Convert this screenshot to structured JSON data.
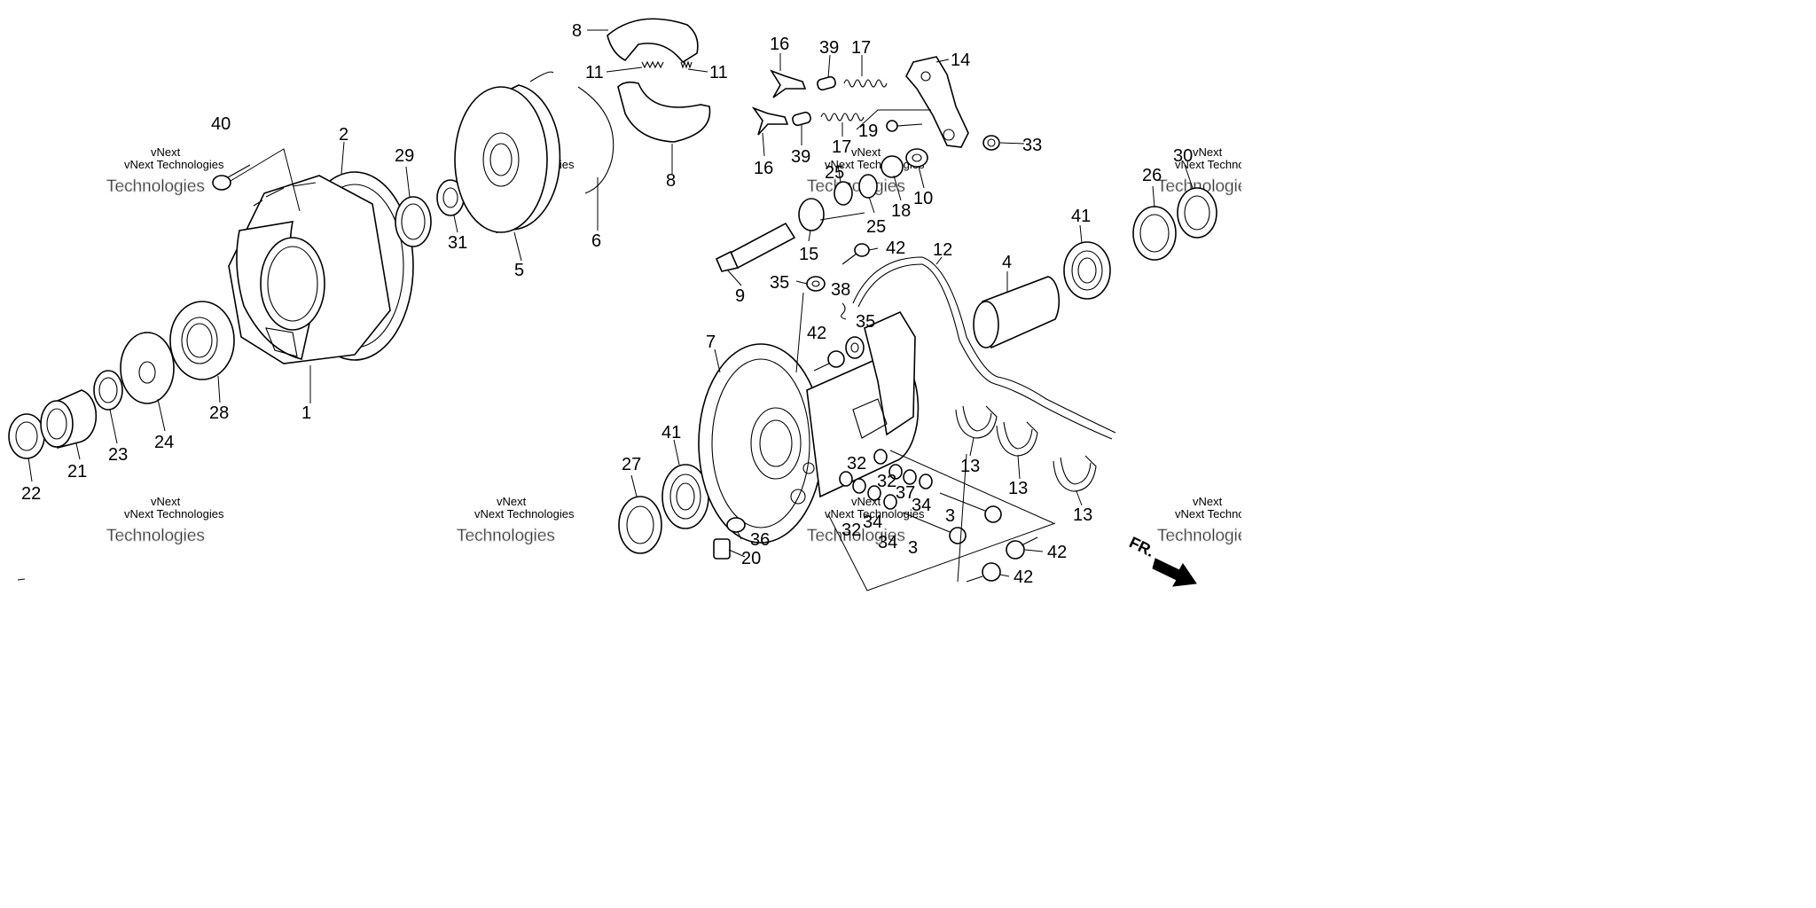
{
  "callouts": [
    {
      "id": "p1",
      "text": "1"
    },
    {
      "id": "p2",
      "text": "2"
    },
    {
      "id": "p3a",
      "text": "3"
    },
    {
      "id": "p3b",
      "text": "3"
    },
    {
      "id": "p4",
      "text": "4"
    },
    {
      "id": "p5",
      "text": "5"
    },
    {
      "id": "p6",
      "text": "6"
    },
    {
      "id": "p7",
      "text": "7"
    },
    {
      "id": "p8a",
      "text": "8"
    },
    {
      "id": "p8b",
      "text": "8"
    },
    {
      "id": "p9",
      "text": "9"
    },
    {
      "id": "p10",
      "text": "10"
    },
    {
      "id": "p11a",
      "text": "11"
    },
    {
      "id": "p11b",
      "text": "11"
    },
    {
      "id": "p12",
      "text": "12"
    },
    {
      "id": "p13a",
      "text": "13"
    },
    {
      "id": "p13b",
      "text": "13"
    },
    {
      "id": "p13c",
      "text": "13"
    },
    {
      "id": "p14",
      "text": "14"
    },
    {
      "id": "p15",
      "text": "15"
    },
    {
      "id": "p16a",
      "text": "16"
    },
    {
      "id": "p16b",
      "text": "16"
    },
    {
      "id": "p17a",
      "text": "17"
    },
    {
      "id": "p17b",
      "text": "17"
    },
    {
      "id": "p18",
      "text": "18"
    },
    {
      "id": "p19",
      "text": "19"
    },
    {
      "id": "p20",
      "text": "20"
    },
    {
      "id": "p21",
      "text": "21"
    },
    {
      "id": "p22",
      "text": "22"
    },
    {
      "id": "p23",
      "text": "23"
    },
    {
      "id": "p24",
      "text": "24"
    },
    {
      "id": "p25a",
      "text": "25"
    },
    {
      "id": "p25b",
      "text": "25"
    },
    {
      "id": "p26",
      "text": "26"
    },
    {
      "id": "p27",
      "text": "27"
    },
    {
      "id": "p28",
      "text": "28"
    },
    {
      "id": "p29",
      "text": "29"
    },
    {
      "id": "p30",
      "text": "30"
    },
    {
      "id": "p31",
      "text": "31"
    },
    {
      "id": "p32a",
      "text": "32"
    },
    {
      "id": "p32b",
      "text": "32"
    },
    {
      "id": "p32c",
      "text": "32"
    },
    {
      "id": "p33",
      "text": "33"
    },
    {
      "id": "p34a",
      "text": "34"
    },
    {
      "id": "p34b",
      "text": "34"
    },
    {
      "id": "p34c",
      "text": "34"
    },
    {
      "id": "p35a",
      "text": "35"
    },
    {
      "id": "p35b",
      "text": "35"
    },
    {
      "id": "p36",
      "text": "36"
    },
    {
      "id": "p37",
      "text": "37"
    },
    {
      "id": "p38",
      "text": "38"
    },
    {
      "id": "p39a",
      "text": "39"
    },
    {
      "id": "p39b",
      "text": "39"
    },
    {
      "id": "p40",
      "text": "40"
    },
    {
      "id": "p41a",
      "text": "41"
    },
    {
      "id": "p41b",
      "text": "41"
    },
    {
      "id": "p42a",
      "text": "42"
    },
    {
      "id": "p42b",
      "text": "42"
    },
    {
      "id": "p42c",
      "text": "42"
    },
    {
      "id": "p42d",
      "text": "42"
    }
  ],
  "direction_marker": {
    "label": "FR."
  },
  "watermark": {
    "line1": "vNext",
    "line2": "vNext Technologies",
    "line3": "Technologies"
  }
}
